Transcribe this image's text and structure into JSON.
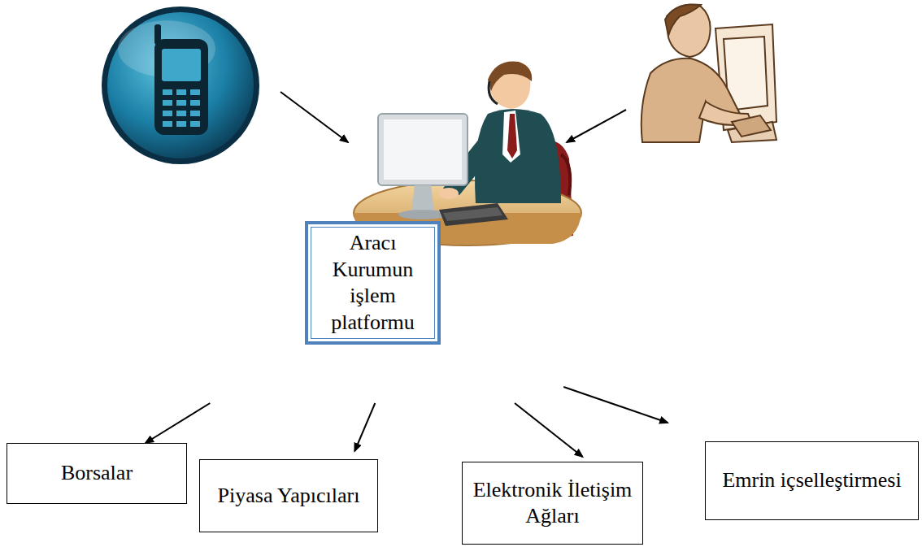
{
  "diagram": {
    "nodes": [
      {
        "text": [
          "Aracı Kurumun işlem platformu"
        ]
      },
      {
        "text": [
          "Borsalar"
        ]
      },
      {
        "text": [
          "Piyasa Yapıcıları"
        ]
      },
      {
        "text": [
          "Elektronik İletişim Ağları"
        ]
      },
      {
        "text": [
          "Emrin içselleştirmesi"
        ]
      }
    ],
    "edges": [
      {
        "from": 0,
        "to": 1,
        "arrow": "to"
      },
      {
        "from": 0,
        "to": 2,
        "arrow": "to"
      },
      {
        "from": 0,
        "to": 3,
        "arrow": "to"
      },
      {
        "from": 0,
        "to": 4,
        "arrow": "to"
      }
    ]
  }
}
